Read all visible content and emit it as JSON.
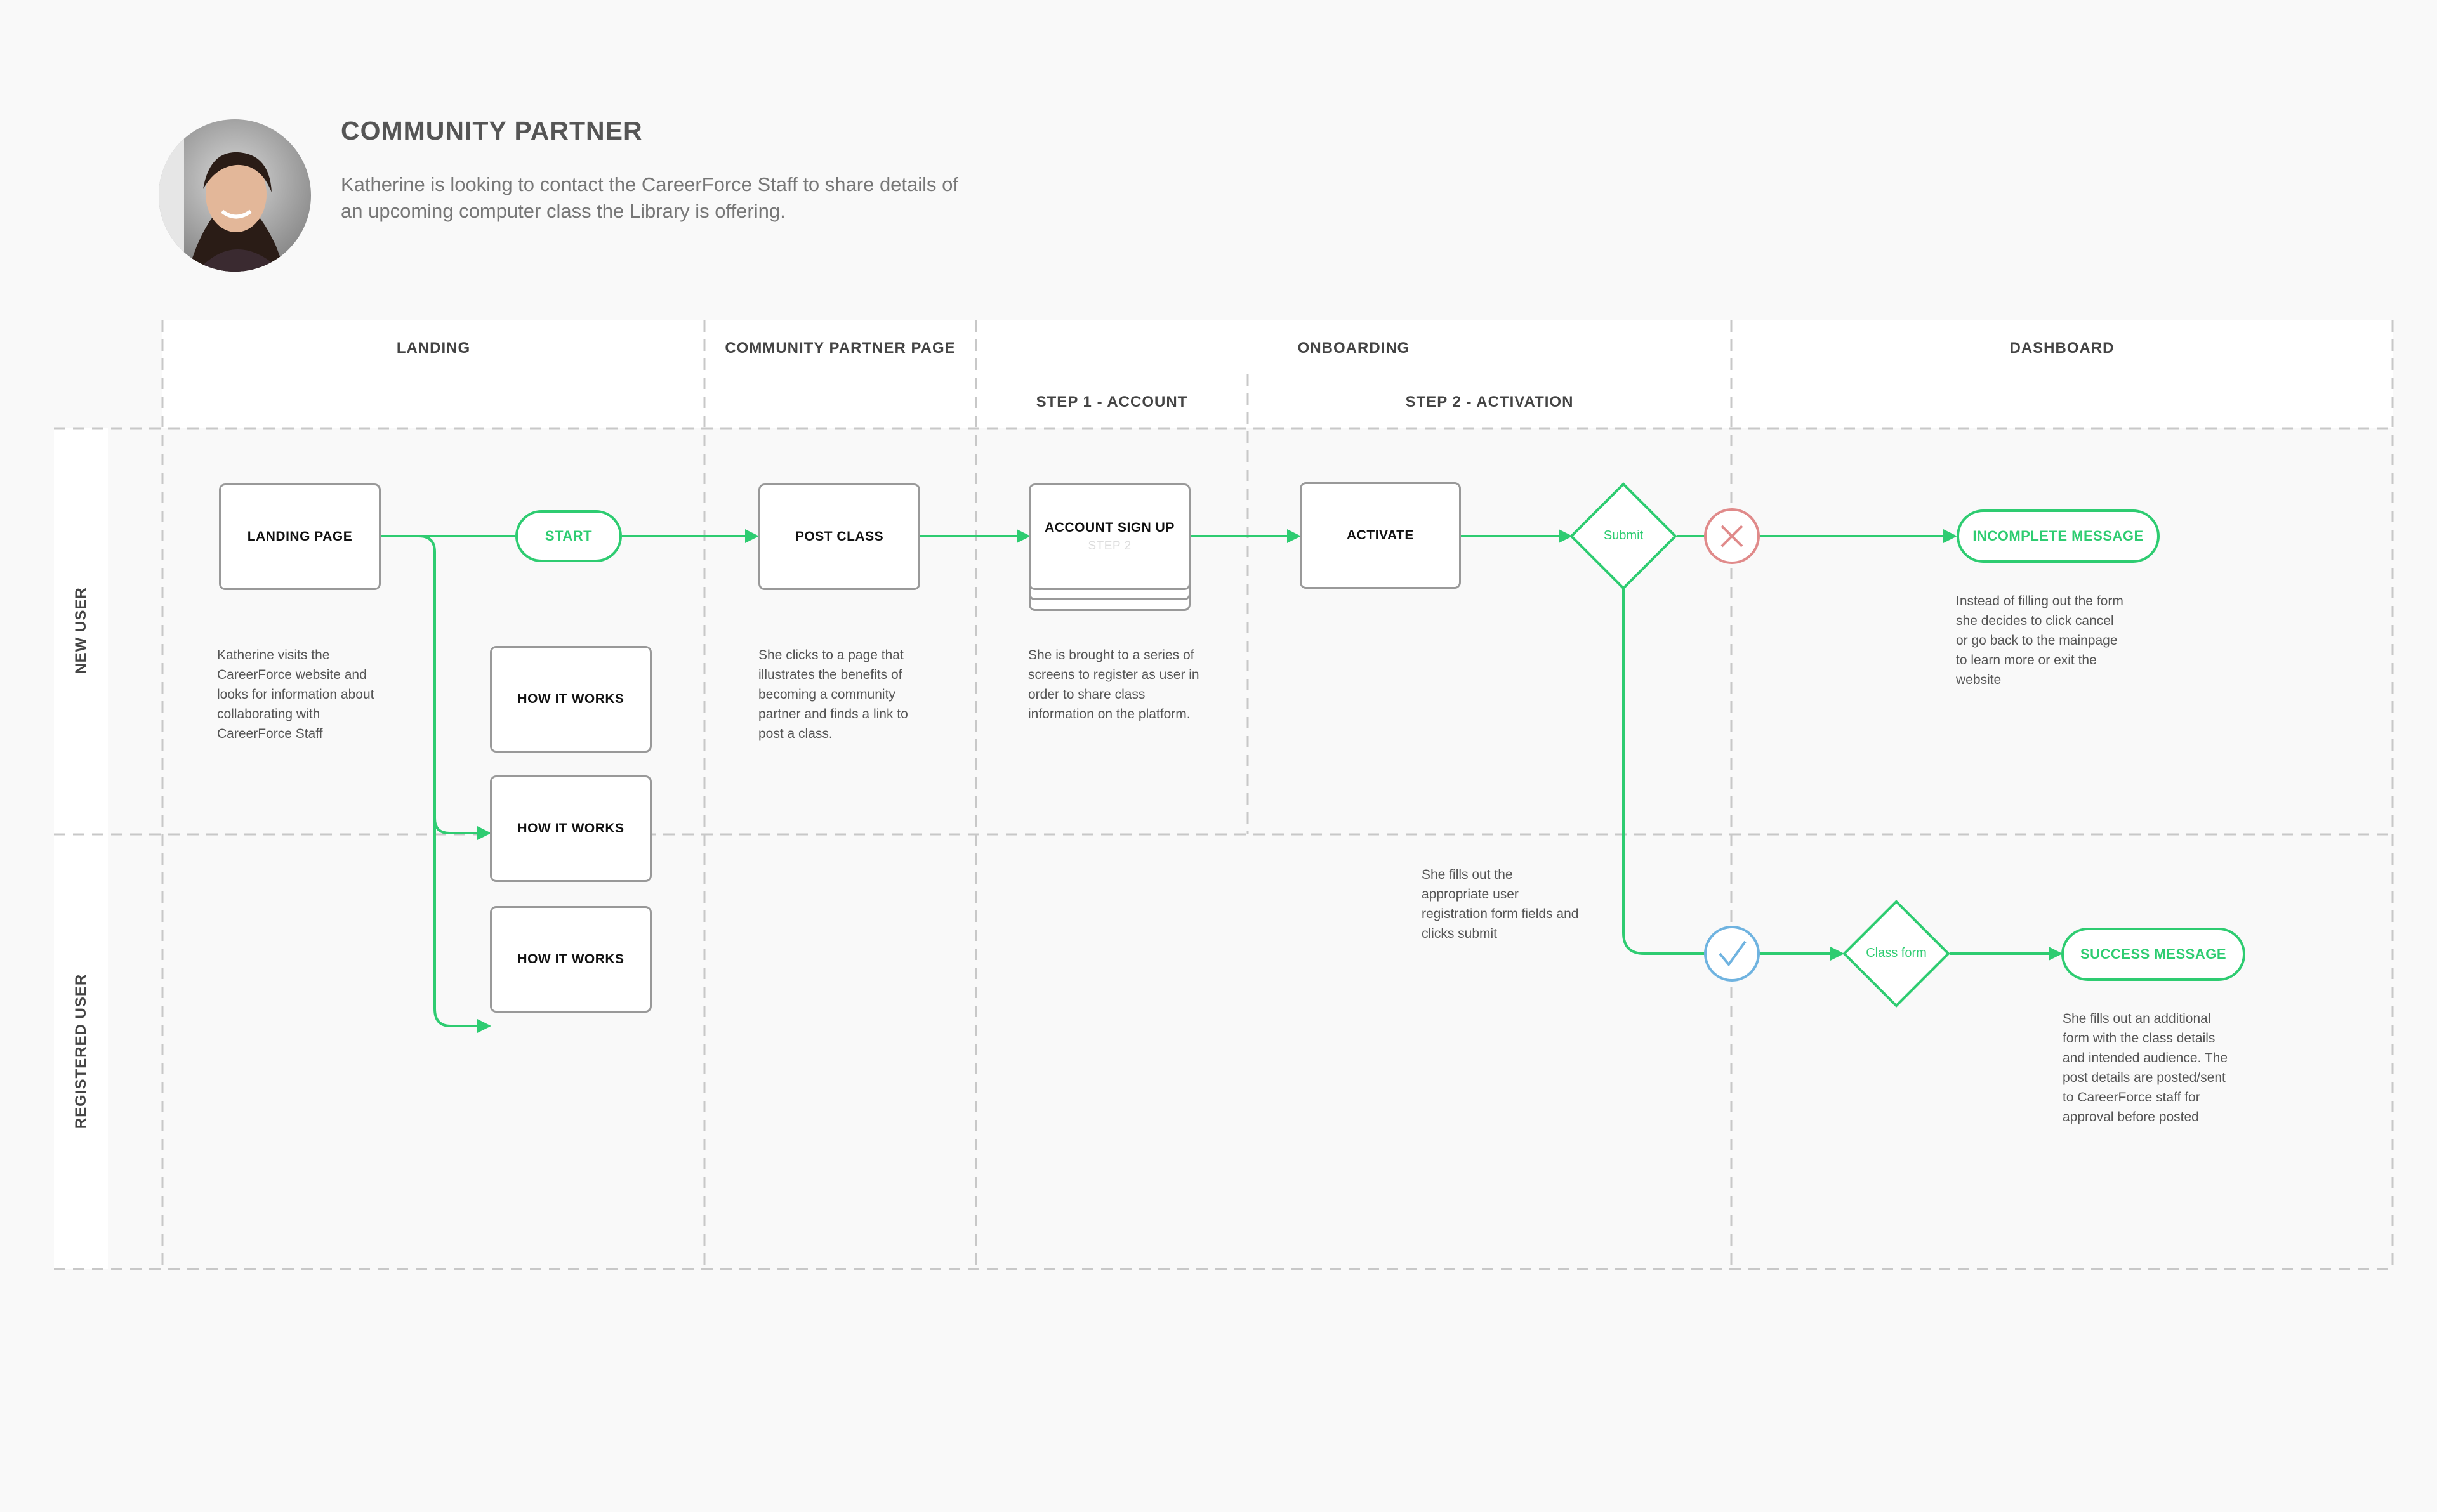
{
  "persona": {
    "title": "COMMUNITY PARTNER",
    "description": "Katherine is looking to contact the CareerForce Staff to share details of an upcoming computer class the Library is offering."
  },
  "columns": {
    "landing": "LANDING",
    "community_partner_page": "COMMUNITY PARTNER PAGE",
    "onboarding": "ONBOARDING",
    "dashboard": "DASHBOARD",
    "step1": "STEP 1 - ACCOUNT",
    "step2": "STEP 2 - ACTIVATION"
  },
  "lanes": {
    "new_user": "NEW USER",
    "registered_user": "REGISTERED USER"
  },
  "nodes": {
    "landing_page": "LANDING PAGE",
    "start": "START",
    "how_it_works_1": "HOW IT WORKS",
    "how_it_works_2": "HOW IT WORKS",
    "how_it_works_3": "HOW IT WORKS",
    "post_class": "POST CLASS",
    "account_sign_up": "ACCOUNT SIGN UP",
    "account_step_ghost": "STEP 2",
    "activate": "ACTIVATE",
    "submit": "Submit",
    "class_form": "Class form",
    "incomplete_message": "INCOMPLETE MESSAGE",
    "success_message": "SUCCESS MESSAGE"
  },
  "notes": {
    "landing": "Katherine visits the CareerForce website and looks for information about collaborating with CareerForce Staff",
    "community_partner": "She clicks to a page that illustrates the benefits of becoming a community partner and finds a link to post a class.",
    "account": "She is brought to a series of screens to register as user in order to share class information on the platform.",
    "activation": "She fills out the appropriate user registration form fields and clicks submit",
    "incomplete": "Instead of filling out the form she decides to click cancel or go back to the mainpage to learn more or exit the website",
    "success": "She fills out an additional form with the class details and intended audience. The post details are posted/sent to CareerForce staff for approval before posted"
  },
  "colors": {
    "accent_green": "#2ecc71",
    "error_red": "#e08a8a",
    "success_blue": "#6fb3e0"
  }
}
